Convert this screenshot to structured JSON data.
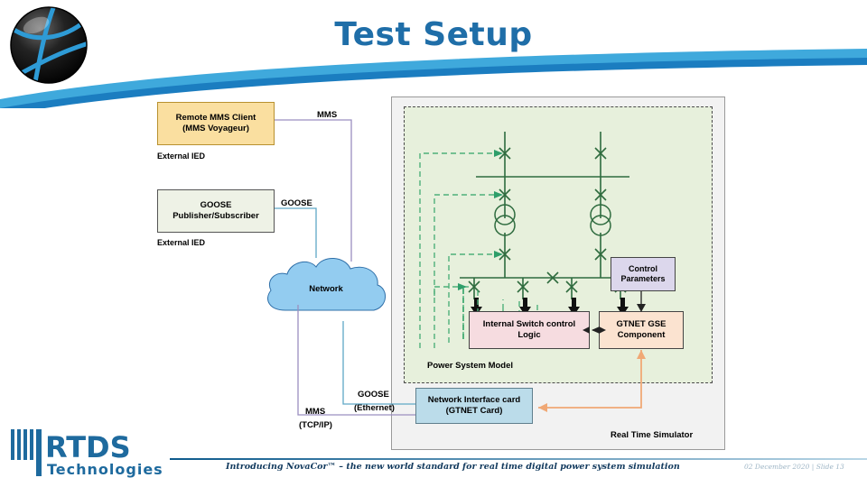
{
  "slide": {
    "title": "Test Setup",
    "footer_text": "Introducing NovaCor™ – the new world standard for real time digital power system simulation",
    "footer_meta": "02 December 2020 | Slide 13",
    "logo_alt": "rtds-sphere-logo",
    "brand_name": "RTDS",
    "brand_sub": "Technologies"
  },
  "colors": {
    "title_blue": "#1F6EA8",
    "swoosh_light": "#3FA9DC",
    "swoosh_dark": "#1B7DC0",
    "remote_mms_fill": "#FADFA0",
    "goose_pub_fill": "#EEF2E6",
    "cloud_fill": "#93CCF0",
    "psm_fill": "#E7F0DC",
    "rts_fill": "#F2F2F2",
    "ctrl_params_fill": "#DCD7EC",
    "switch_logic_fill": "#F6DCE0",
    "gtnet_gse_fill": "#FBE3D0",
    "nic_fill": "#BBDCEA",
    "mms_wire": "#9B8FC0",
    "goose_wire": "#5FA8C6",
    "orange_wire": "#F0A875",
    "sld_green": "#2E6B3E",
    "green_dash": "#4FB07A"
  },
  "diagram": {
    "boxes": {
      "remote_mms_client": {
        "line1": "Remote MMS Client",
        "line2": "(MMS Voyageur)"
      },
      "goose_pub_sub": {
        "line1": "GOOSE",
        "line2": "Publisher/Subscriber"
      },
      "control_parameters": {
        "line1": "Control",
        "line2": "Parameters"
      },
      "internal_switch_logic": {
        "line1": "Internal Switch control",
        "line2": "Logic"
      },
      "gtnet_gse_component": {
        "line1": "GTNET GSE",
        "line2": "Component"
      },
      "network_interface_card": {
        "line1": "Network Interface card",
        "line2": "(GTNET Card)"
      }
    },
    "captions": {
      "external_ied_1": "External IED",
      "external_ied_2": "External IED",
      "power_system_model": "Power System Model",
      "real_time_simulator": "Real Time Simulator",
      "network_cloud": "Network"
    },
    "link_labels": {
      "mms_top": "MMS",
      "goose_top": "GOOSE",
      "goose_bottom": "GOOSE",
      "goose_bottom_proto": "(Ethernet)",
      "mms_bottom": "MMS",
      "mms_bottom_proto": "(TCP/IP)"
    }
  }
}
